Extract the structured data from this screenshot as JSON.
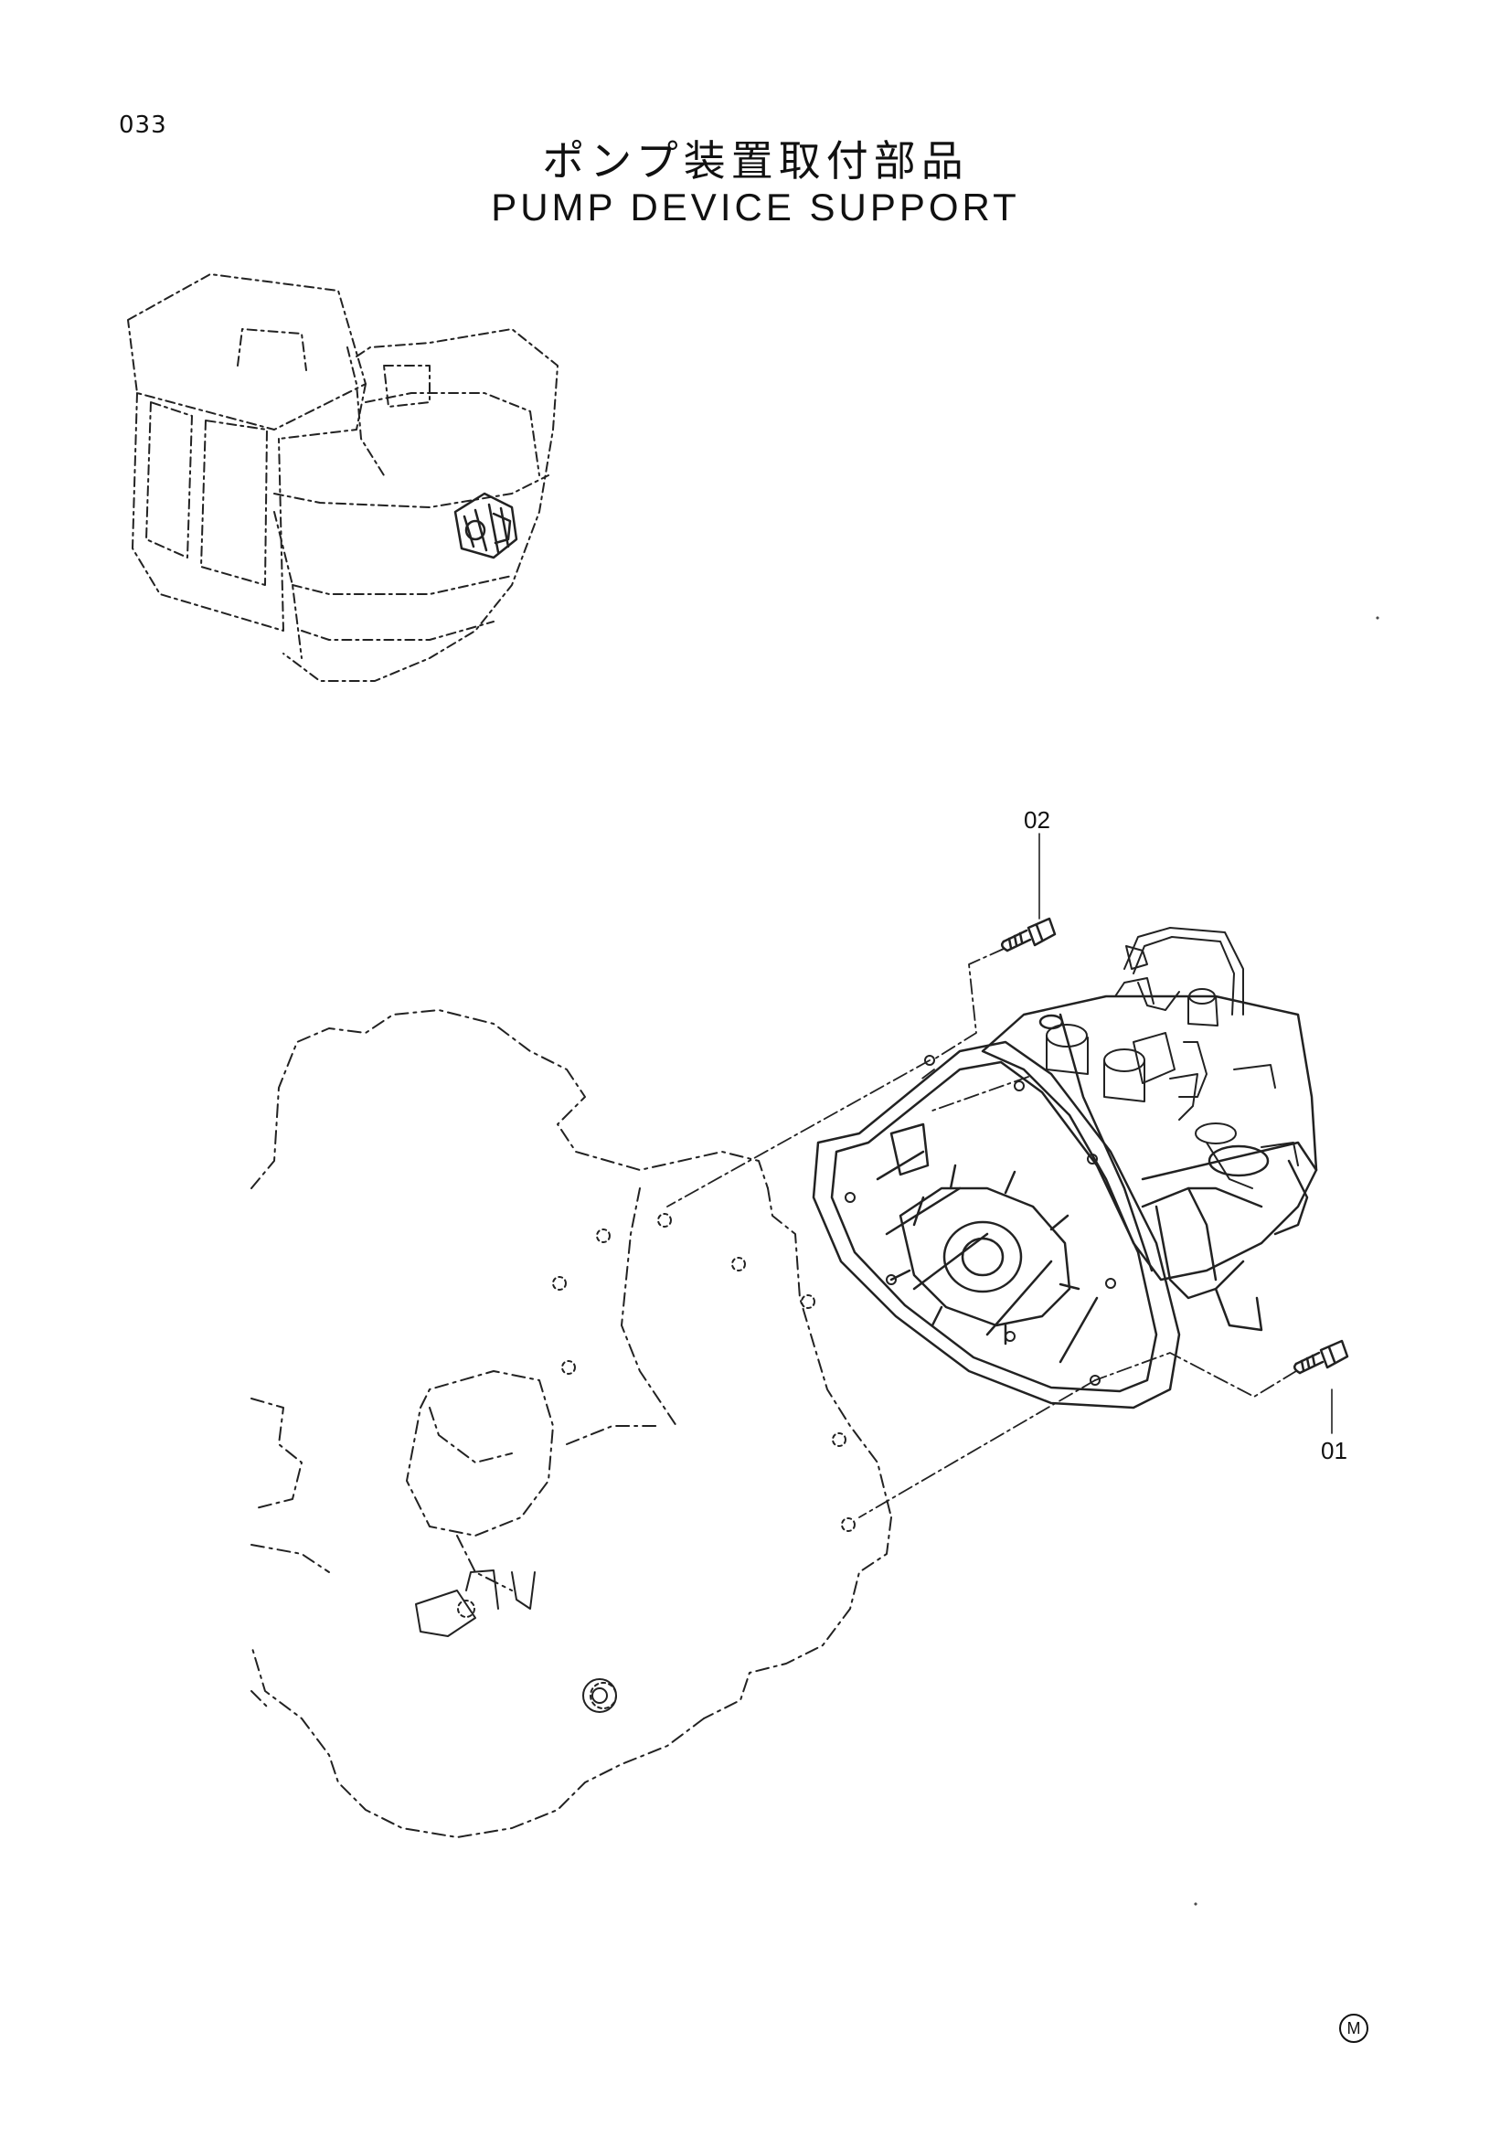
{
  "page": {
    "number": "033"
  },
  "title": {
    "japanese": "ポンプ装置取付部品",
    "english": "PUMP DEVICE SUPPORT"
  },
  "callouts": [
    {
      "id": "02",
      "label": "02"
    },
    {
      "id": "01",
      "label": "01"
    }
  ],
  "corner_mark": {
    "label": "M"
  }
}
